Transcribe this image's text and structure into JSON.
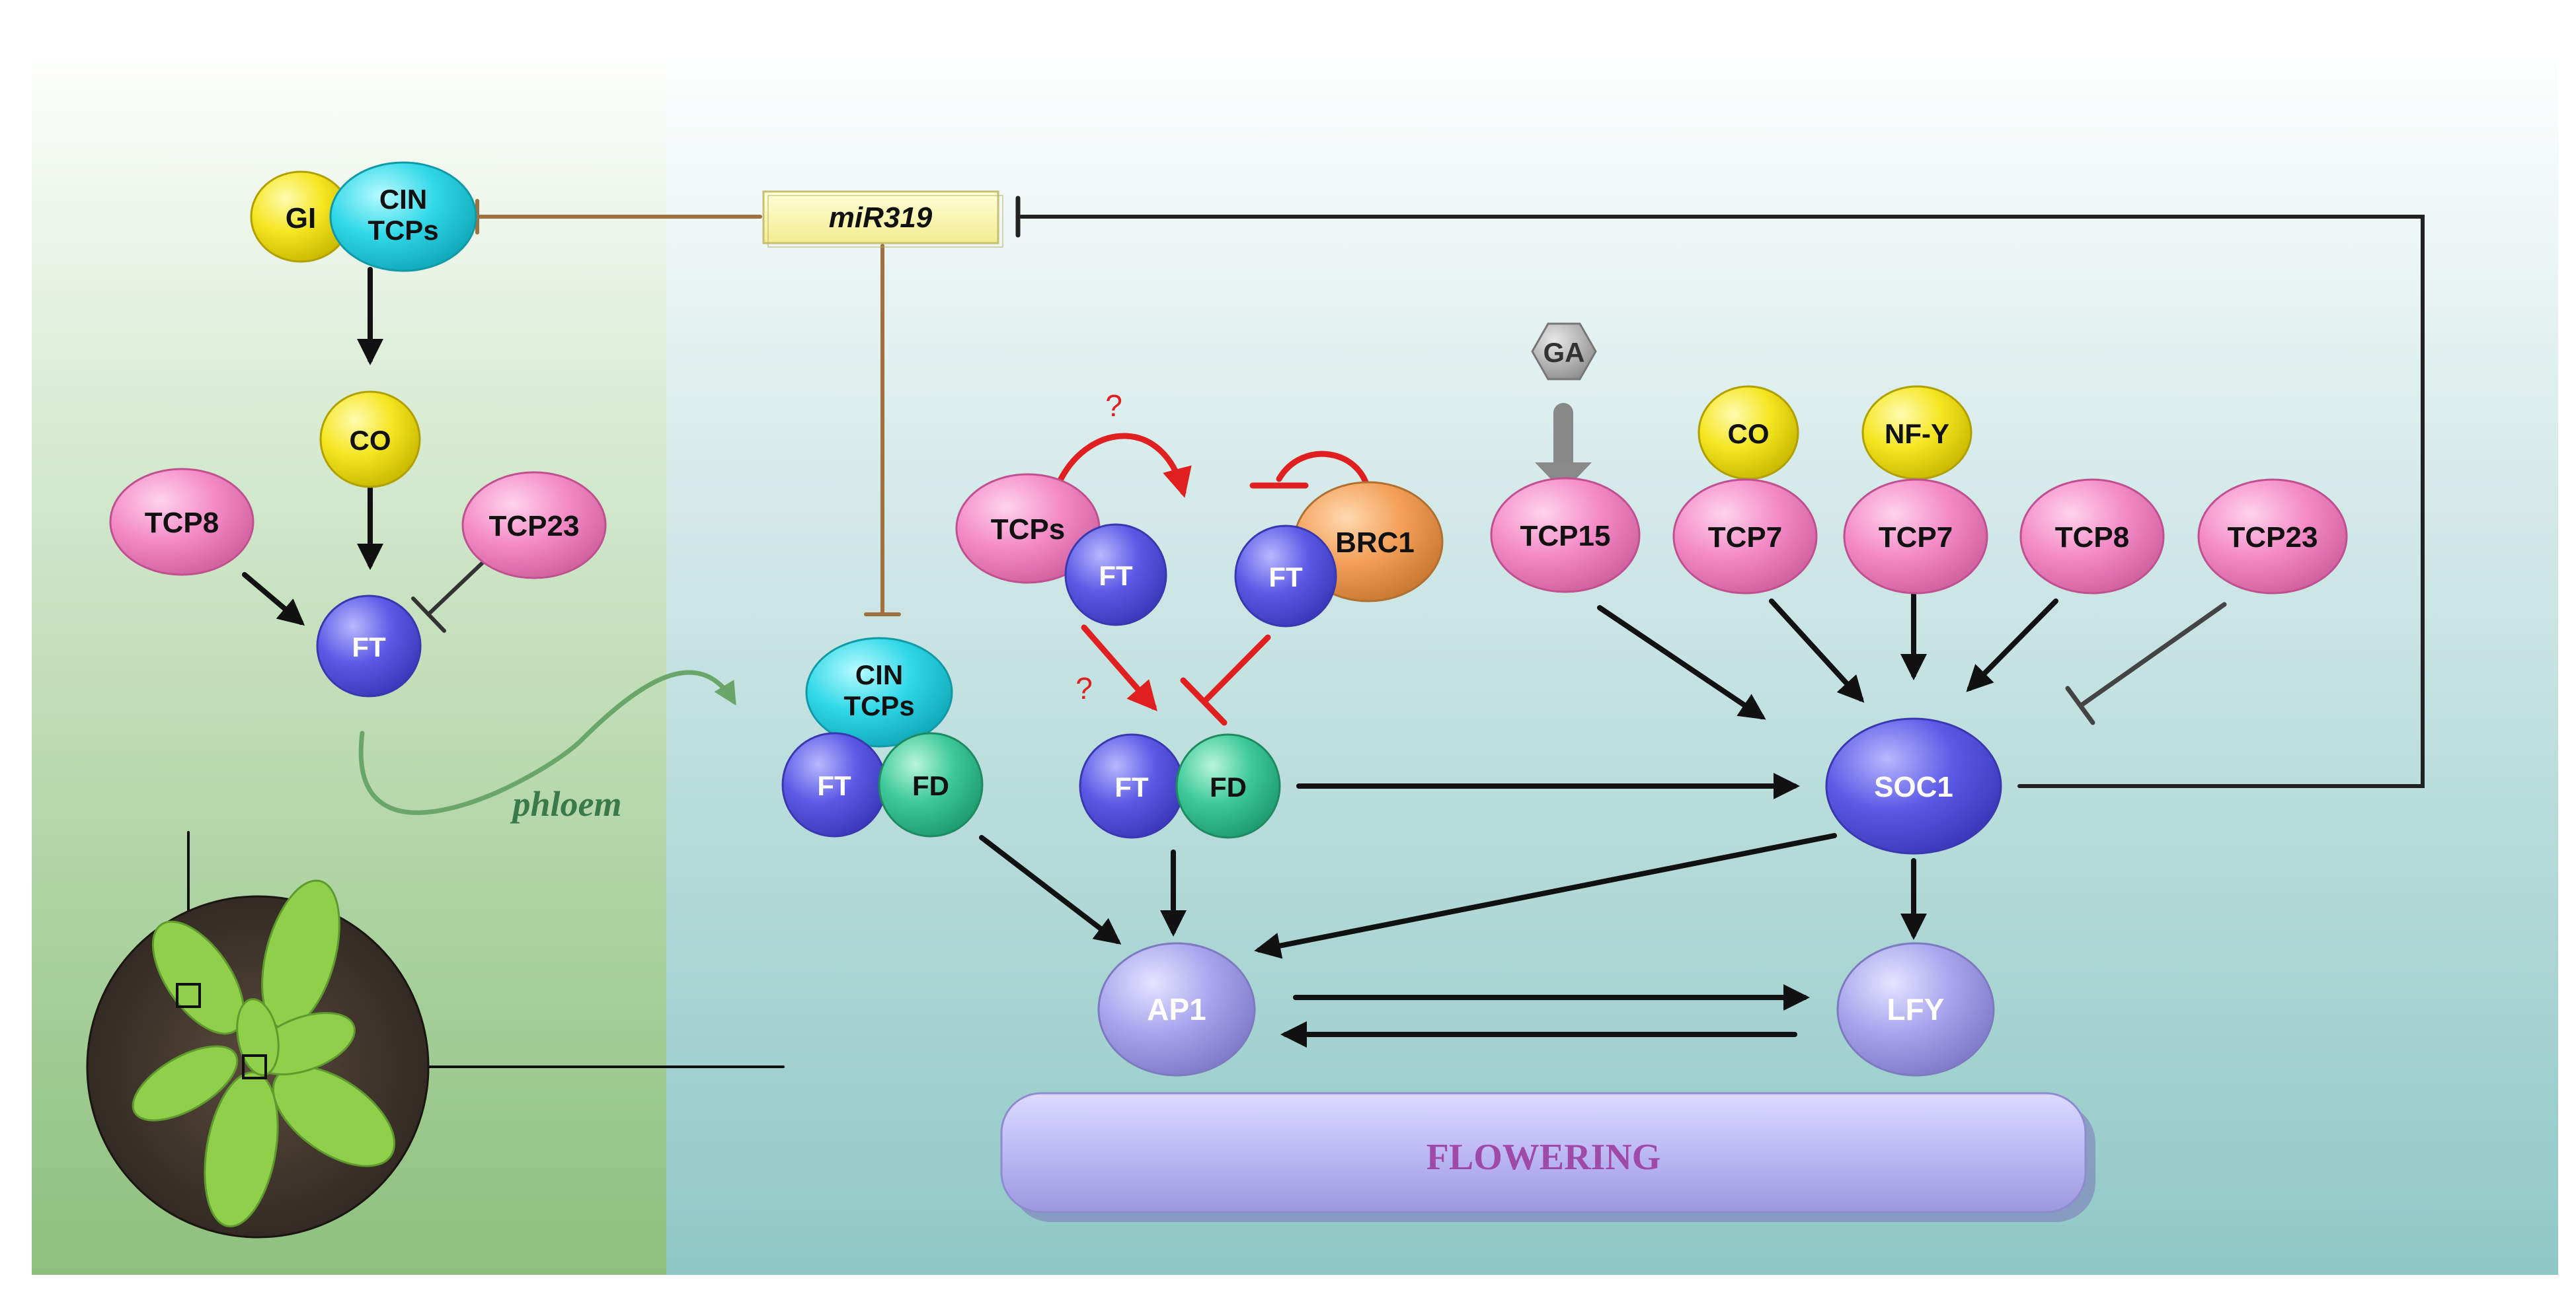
{
  "left_panel": {
    "gi": "GI",
    "cin_tcps_line1": "CIN",
    "cin_tcps_line2": "TCPs",
    "co": "CO",
    "tcp8": "TCP8",
    "tcp23": "TCP23",
    "ft": "FT",
    "phloem": "phloem"
  },
  "mir319": "miR319",
  "middle": {
    "cin_tcps_line1": "CIN",
    "cin_tcps_line2": "TCPs",
    "ft_a": "FT",
    "fd_a": "FD",
    "tcps": "TCPs",
    "ft_b": "FT",
    "question1": "?",
    "question2": "?",
    "brc1": "BRC1",
    "ft_c": "FT",
    "ft_d": "FT",
    "fd_d": "FD"
  },
  "right": {
    "ga": "GA",
    "tcp15": "TCP15",
    "co": "CO",
    "tcp7_a": "TCP7",
    "nfy": "NF-Y",
    "tcp7_b": "TCP7",
    "tcp8": "TCP8",
    "tcp23": "TCP23",
    "soc1": "SOC1",
    "ap1": "AP1",
    "lfy": "LFY"
  },
  "flowering": "FLOWERING",
  "colors": {
    "pink": "#f48cc8",
    "blue": "#5a5ae6",
    "cyan": "#30d8e8",
    "yellow": "#f5e620",
    "green": "#3ec99a",
    "orange": "#f4a05a",
    "lavender": "#a9a6ee",
    "red_arrow": "#e02020",
    "brown_line": "#a07040",
    "phloem_green": "#5a9a5a"
  }
}
